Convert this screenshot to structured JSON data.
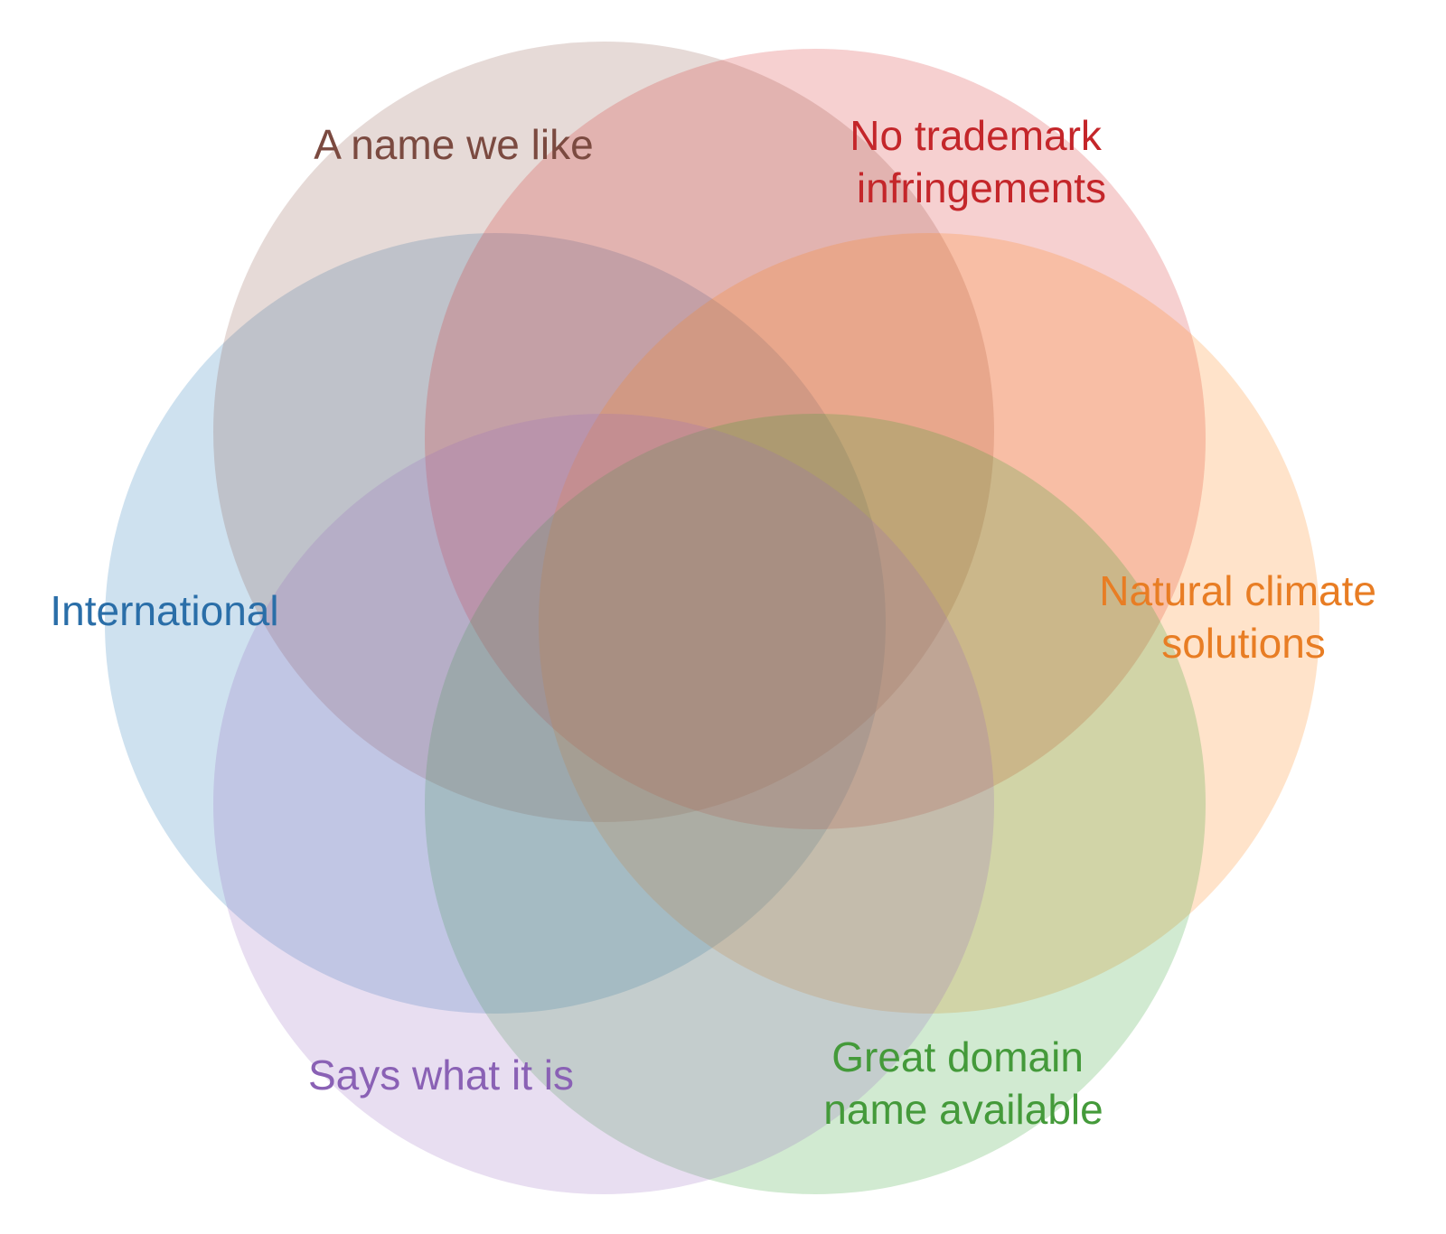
{
  "diagram": {
    "type": "venn",
    "sets": [
      {
        "id": "like",
        "lines": [
          "A name we like"
        ],
        "fill": "#8c564b",
        "text_color": "#7b4a40"
      },
      {
        "id": "trademark",
        "lines": [
          "No trademark",
          "infringements"
        ],
        "fill": "#d62728",
        "text_color": "#c4262a"
      },
      {
        "id": "climate",
        "lines": [
          "Natural climate",
          "solutions"
        ],
        "fill": "#ff7f0e",
        "text_color": "#e87d24"
      },
      {
        "id": "domain",
        "lines": [
          "Great domain",
          "name available"
        ],
        "fill": "#2ca02c",
        "text_color": "#449a3a"
      },
      {
        "id": "says",
        "lines": [
          "Says what it is"
        ],
        "fill": "#9467bd",
        "text_color": "#8a61b5"
      },
      {
        "id": "intl",
        "lines": [
          "International"
        ],
        "fill": "#1f77b4",
        "text_color": "#2a6ea8"
      }
    ]
  }
}
